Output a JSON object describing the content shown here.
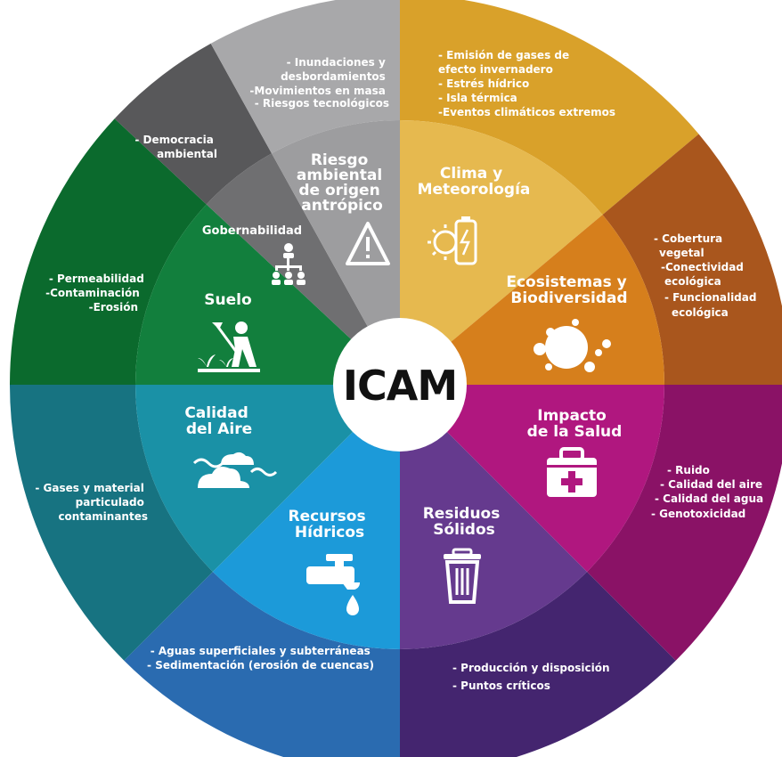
{
  "center_label": "ICAM",
  "segments": [
    {
      "title": [
        "Clima y",
        "Meteorología"
      ],
      "details": [
        "- Emisión de gases de",
        "efecto invernadero",
        "- Estrés hídrico",
        "- Isla térmica",
        "-Eventos climáticos extremos"
      ],
      "icon": "battery-sun-icon",
      "inner": "#E6B94F",
      "outer": "#D9A12A"
    },
    {
      "title": [
        "Ecosistemas y",
        "Biodiversidad"
      ],
      "details": [
        "- Cobertura",
        "vegetal",
        "-Conectividad",
        "ecológica",
        "- Funcionalidad",
        "ecológica"
      ],
      "icon": "planet-icon",
      "inner": "#D67F1C",
      "outer": "#A9561D"
    },
    {
      "title": [
        "Impacto",
        "de la Salud"
      ],
      "details": [
        "- Ruido",
        "- Calidad del aire",
        "- Calidad del agua",
        "- Genotoxicidad"
      ],
      "icon": "first-aid-kit-icon",
      "inner": "#B0177F",
      "outer": "#8A1266"
    },
    {
      "title": [
        "Residuos",
        "Sólidos"
      ],
      "details": [
        "- Producción y disposición",
        "- Puntos críticos"
      ],
      "icon": "trash-can-icon",
      "inner": "#653A8E",
      "outer": "#44256F"
    },
    {
      "title": [
        "Recursos",
        "Hídricos"
      ],
      "details": [
        "- Aguas superficiales y subterráneas",
        "- Sedimentación (erosión de cuencas)"
      ],
      "icon": "water-tap-icon",
      "inner": "#1C9AD9",
      "outer": "#2A6BB0"
    },
    {
      "title": [
        "Calidad",
        "del Aire"
      ],
      "details": [
        "- Gases y material",
        "particulado",
        "contaminantes"
      ],
      "icon": "clouds-wind-icon",
      "inner": "#1A91A6",
      "outer": "#177381"
    },
    {
      "title": [
        "Suelo"
      ],
      "details": [
        "- Permeabilidad",
        "-Contaminación",
        "-Erosión"
      ],
      "icon": "farmer-icon",
      "inner": "#127F3D",
      "outer": "#0B6A2D"
    },
    {
      "title": [
        "Gobernabilidad"
      ],
      "details": [
        "- Democracia",
        "ambiental"
      ],
      "icon": "hierarchy-icon",
      "inner": "#6F6F71",
      "outer": "#58585A"
    },
    {
      "title": [
        "Riesgo",
        "ambiental",
        "de origen",
        "antrópico"
      ],
      "details": [
        "- Inundaciones y",
        "desbordamientos",
        "-Movimientos en masa",
        "- Riesgos tecnológicos"
      ],
      "icon": "warning-icon",
      "inner": "#9D9D9F",
      "outer": "#A8A8AA"
    }
  ]
}
